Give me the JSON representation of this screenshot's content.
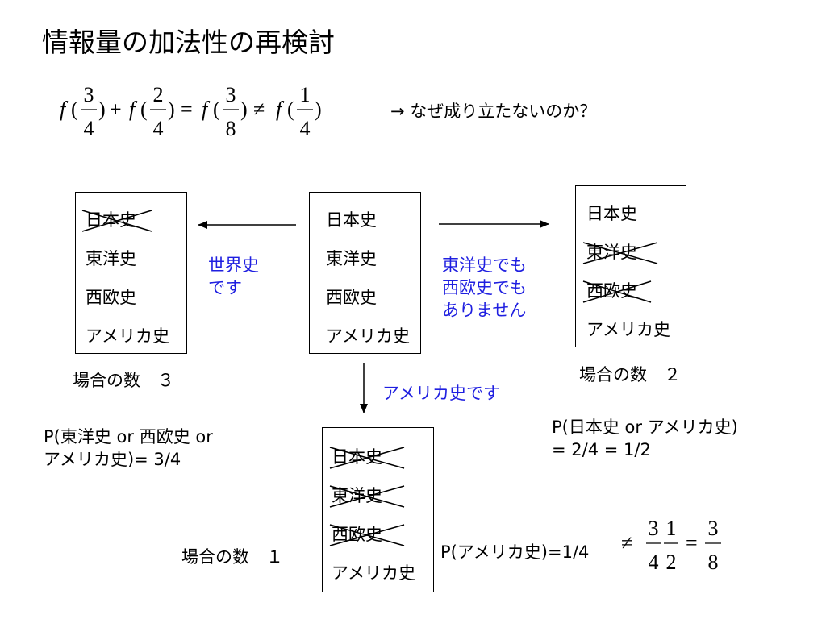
{
  "title": "情報量の加法性の再検討",
  "formula": {
    "f": "f",
    "open": "(",
    "close": ")",
    "plus": "+",
    "equals": "=",
    "neq": "≠",
    "fractions": [
      {
        "num": "3",
        "den": "4"
      },
      {
        "num": "2",
        "den": "4"
      },
      {
        "num": "3",
        "den": "8"
      },
      {
        "num": "1",
        "den": "4"
      }
    ]
  },
  "question": "→ なぜ成り立たないのか？",
  "boxes": {
    "left": {
      "items": [
        "日本史",
        "東洋史",
        "西欧史",
        "アメリカ史"
      ],
      "crossed": [
        true,
        false,
        false,
        false
      ]
    },
    "center": {
      "items": [
        "日本史",
        "東洋史",
        "西欧史",
        "アメリカ史"
      ],
      "crossed": [
        false,
        false,
        false,
        false
      ]
    },
    "right": {
      "items": [
        "日本史",
        "東洋史",
        "西欧史",
        "アメリカ史"
      ],
      "crossed": [
        false,
        true,
        true,
        false
      ]
    },
    "bottom": {
      "items": [
        "日本史",
        "東洋史",
        "西欧史",
        "アメリカ史"
      ],
      "crossed": [
        true,
        true,
        true,
        false
      ]
    }
  },
  "hints": {
    "left": [
      "世界史",
      "です"
    ],
    "right": [
      "東洋史でも",
      "西欧史でも",
      "ありません"
    ],
    "down": "アメリカ史です"
  },
  "counts": {
    "left": "場合の数　３",
    "right": "場合の数　２",
    "bottom": "場合の数　１"
  },
  "probabilities": {
    "left": [
      "P(東洋史 or 西欧史 or",
      "アメリカ史)= 3/4"
    ],
    "right": [
      "P(日本史 or アメリカ史)",
      "= 2/4 = 1/2"
    ],
    "bottom": "P(アメリカ史)=1/4"
  },
  "final_expression": {
    "neq": "≠",
    "equals": "=",
    "fractions": [
      {
        "num": "3",
        "den": "4"
      },
      {
        "num": "1",
        "den": "2"
      },
      {
        "num": "3",
        "den": "8"
      }
    ]
  },
  "colors": {
    "text": "#000000",
    "hint": "#1f1fe0",
    "background": "#ffffff"
  }
}
